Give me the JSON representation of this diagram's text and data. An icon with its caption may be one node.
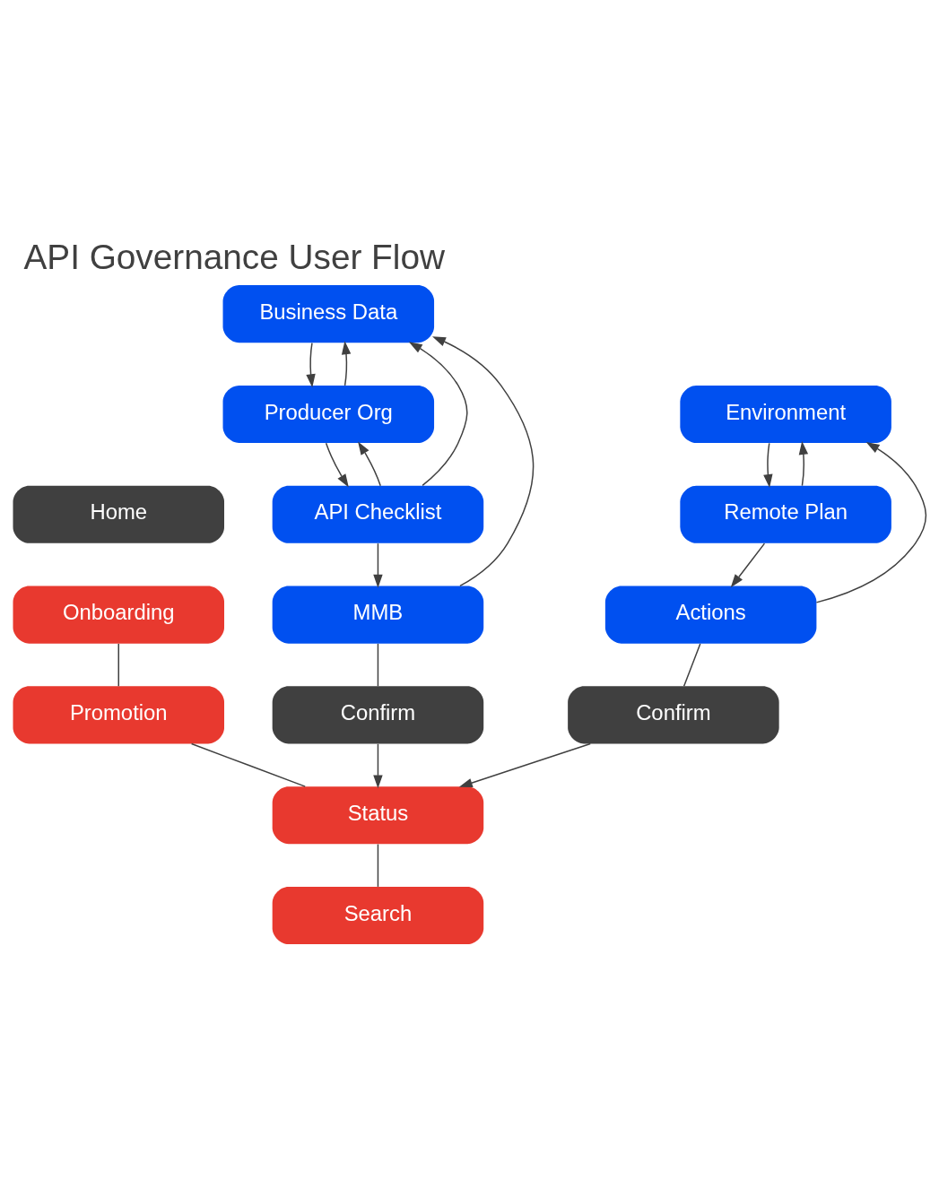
{
  "diagram": {
    "title": "API Governance User Flow",
    "nodes": [
      {
        "text": [
          "Home"
        ]
      },
      {
        "text": [
          "Onboarding"
        ]
      },
      {
        "text": [
          "Business Data"
        ]
      },
      {
        "text": [
          "Producer Org"
        ]
      },
      {
        "text": [
          "API Checklist"
        ]
      },
      {
        "text": [
          "MMB"
        ]
      },
      {
        "text": [
          "Confirm"
        ]
      },
      {
        "text": [
          "Promotion"
        ]
      },
      {
        "text": [
          "Environment"
        ]
      },
      {
        "text": [
          "Remote Plan"
        ]
      },
      {
        "text": [
          "Actions"
        ]
      },
      {
        "text": [
          "Confirm"
        ]
      },
      {
        "text": [
          "Status"
        ]
      },
      {
        "text": [
          "Search"
        ]
      }
    ],
    "edges": [
      {
        "from": 1,
        "to": 7,
        "arrow": "none"
      },
      {
        "from": 7,
        "to": 12,
        "arrow": "none"
      },
      {
        "from": 12,
        "to": 13,
        "arrow": "none"
      },
      {
        "from": 2,
        "to": 3,
        "arrow": "to"
      },
      {
        "from": 3,
        "to": 4,
        "arrow": "to"
      },
      {
        "from": 4,
        "to": 5,
        "arrow": "to"
      },
      {
        "from": 3,
        "to": 2,
        "arrow": "to"
      },
      {
        "from": 4,
        "to": 3,
        "arrow": "to"
      },
      {
        "from": 4,
        "to": 2,
        "arrow": "to"
      },
      {
        "from": 5,
        "to": 2,
        "arrow": "to"
      },
      {
        "from": 5,
        "to": 6,
        "arrow": "none"
      },
      {
        "from": 6,
        "to": 12,
        "arrow": "to"
      },
      {
        "from": 8,
        "to": 9,
        "arrow": "to"
      },
      {
        "from": 9,
        "to": 10,
        "arrow": "to"
      },
      {
        "from": 9,
        "to": 8,
        "arrow": "to"
      },
      {
        "from": 10,
        "to": 8,
        "arrow": "to"
      },
      {
        "from": 10,
        "to": 11,
        "arrow": "none"
      },
      {
        "from": 11,
        "to": 12,
        "arrow": "to"
      }
    ]
  }
}
